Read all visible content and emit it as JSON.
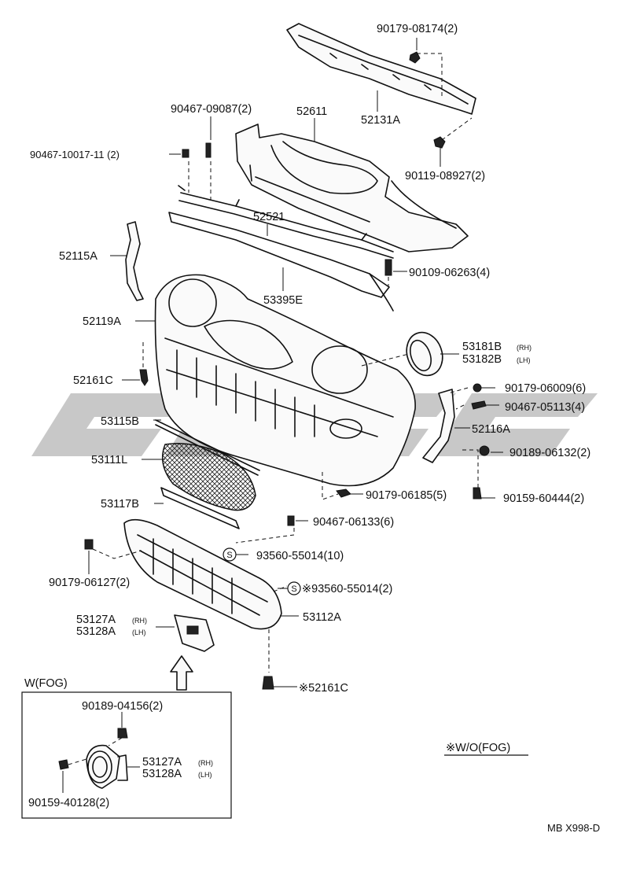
{
  "labels": {
    "p90179_08174": "90179-08174(2)",
    "p52611": "52611",
    "p90467_09087": "90467-09087(2)",
    "p52131a": "52131A",
    "p90467_10017": "90467-10017-11 (2)",
    "p90119_08927": "90119-08927(2)",
    "p52521": "52521",
    "p52115a": "52115A",
    "p90109_06263": "90109-06263(4)",
    "p53395e": "53395E",
    "p52119a": "52119A",
    "p53181b": "53181B",
    "p53182b": "53182B",
    "p52161c": "52161C",
    "p90179_06009": "90179-06009(6)",
    "p90467_05113": "90467-05113(4)",
    "p53115b": "53115B",
    "p52116a": "52116A",
    "p53111l": "53111L",
    "p90189_06132": "90189-06132(2)",
    "p90179_06185": "90179-06185(5)",
    "p53117b": "53117B",
    "p90159_60444": "90159-60444(2)",
    "p90467_06133": "90467-06133(6)",
    "p93560_55014_10": "93560-55014(10)",
    "p90179_06127": "90179-06127(2)",
    "p93560_55014_2": "※93560-55014(2)",
    "p53127a": "53127A",
    "p53128a": "53128A",
    "p53112a": "53112A",
    "p52161c_star": "※52161C",
    "wfog_title": "W(FOG)",
    "p90189_04156": "90189-04156(2)",
    "p53127a_fog": "53127A",
    "p53128a_fog": "53128A",
    "p90159_40128": "90159-40128(2)",
    "wo_fog": "※W/O(FOG)",
    "ref_code": "MB X998-D"
  },
  "side_tags": {
    "rh": "(RH)",
    "lh": "(LH)"
  },
  "symbols": {
    "s_mark": "S"
  }
}
